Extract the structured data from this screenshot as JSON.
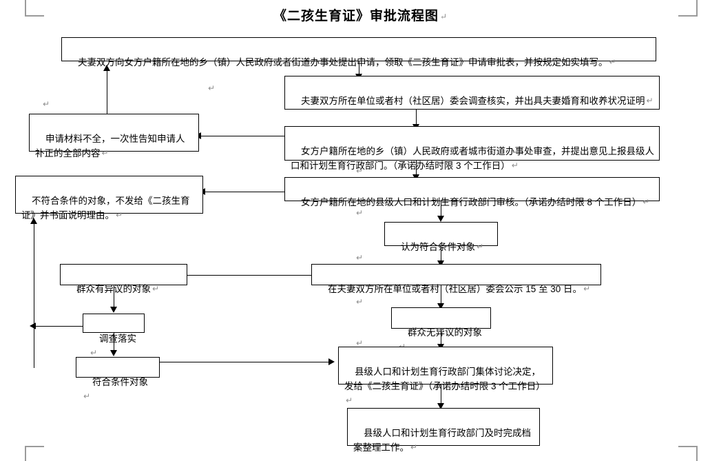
{
  "document": {
    "title": "《二孩生育证》审批流程图",
    "paragraph_mark": "↵"
  },
  "chart_data": {
    "type": "diagram",
    "title": "《二孩生育证》审批流程图",
    "nodes": [
      {
        "id": "apply",
        "label": "夫妻双方向女方户籍所在地的乡（镇）人民政府或者街道办事处提出申请，领取《二孩生育证》申请审批表，并按规定如实填写。"
      },
      {
        "id": "verify",
        "label": "夫妻双方所在单位或者村（社区居）委会调查核实，并出具夫妻婚育和收养状况证明"
      },
      {
        "id": "township-review",
        "label": "女方户籍所在地的乡（镇）人民政府或者城市街道办事处审查，并提出意见上报县级人口和计划生育行政部门。（承诺办结时限 3 个工作日）"
      },
      {
        "id": "county-audit",
        "label": "女方户籍所在地的县级人口和计划生育行政部门审核。（承诺办结时限 8 个工作日）"
      },
      {
        "id": "incomplete-material",
        "label": "申请材料不全，一次性告知申请人补正的全部内容"
      },
      {
        "id": "not-qualified",
        "label": "不符合条件的对象，不发给《二孩生育证》并书面说明理由。"
      },
      {
        "id": "deemed-qualified",
        "label": "认为符合条件对象"
      },
      {
        "id": "public-notice",
        "label": "在夫妻双方所在单位或者村（社区居）委会公示 15 至 30 日。"
      },
      {
        "id": "objection",
        "label": "群众有异议的对象"
      },
      {
        "id": "investigate",
        "label": "调查落实"
      },
      {
        "id": "qualified",
        "label": "符合条件对象"
      },
      {
        "id": "no-objection",
        "label": "群众无异议的对象"
      },
      {
        "id": "issue-permit",
        "label": "县级人口和计划生育行政部门集体讨论决定，发给《二孩生育证》（承诺办结时限 3 个工作日）"
      },
      {
        "id": "archive",
        "label": "县级人口和计划生育行政部门及时完成档案整理工作。"
      }
    ],
    "edges": [
      {
        "from": "apply",
        "to": "verify",
        "style": "solid-arrow"
      },
      {
        "from": "verify",
        "to": "township-review",
        "style": "solid-arrow"
      },
      {
        "from": "township-review",
        "to": "incomplete-material",
        "style": "solid-arrow"
      },
      {
        "from": "incomplete-material",
        "to": "apply",
        "style": "solid-arrow"
      },
      {
        "from": "township-review",
        "to": "county-audit",
        "style": "solid-arrow"
      },
      {
        "from": "county-audit",
        "to": "not-qualified",
        "style": "solid-arrow"
      },
      {
        "from": "county-audit",
        "to": "deemed-qualified",
        "style": "solid-arrow"
      },
      {
        "from": "deemed-qualified",
        "to": "public-notice",
        "style": "solid-arrow"
      },
      {
        "from": "public-notice",
        "to": "objection",
        "style": "solid-arrow"
      },
      {
        "from": "public-notice",
        "to": "no-objection",
        "style": "solid-arrow"
      },
      {
        "from": "objection",
        "to": "investigate",
        "style": "solid-arrow"
      },
      {
        "from": "investigate",
        "to": "not-qualified",
        "style": "solid-arrow"
      },
      {
        "from": "investigate",
        "to": "qualified",
        "style": "solid-arrow"
      },
      {
        "from": "qualified",
        "to": "issue-permit",
        "style": "solid-arrow"
      },
      {
        "from": "no-objection",
        "to": "issue-permit",
        "style": "solid-arrow"
      },
      {
        "from": "issue-permit",
        "to": "archive",
        "style": "solid-arrow"
      }
    ]
  }
}
